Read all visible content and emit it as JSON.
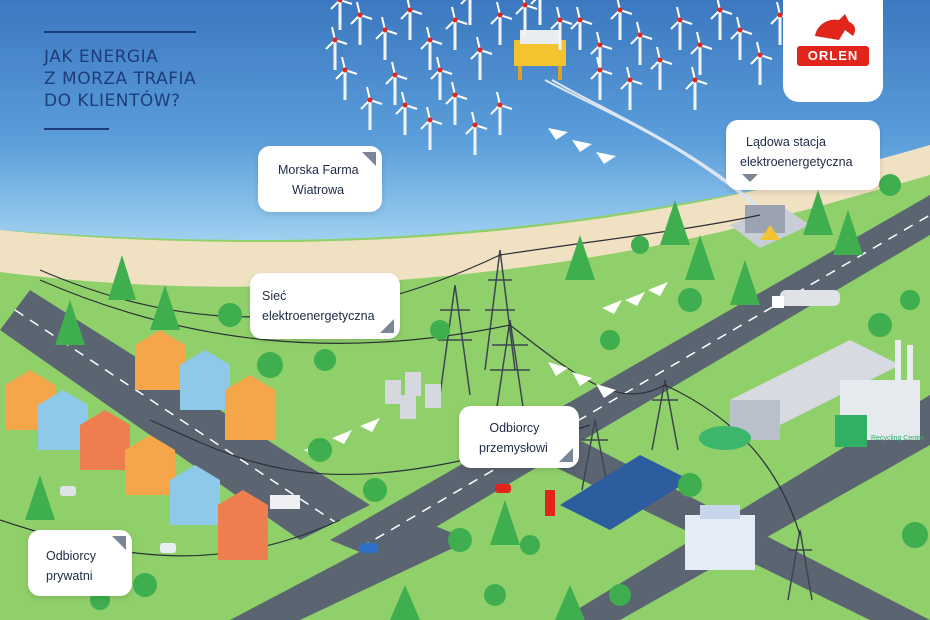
{
  "title_lines": [
    "JAK ENERGIA",
    "Z MORZA TRAFIA",
    "DO KLIENTÓW?"
  ],
  "logo": {
    "text": "ORLEN",
    "color": "#e1251b"
  },
  "labels": {
    "offshore_farm": [
      "Morska Farma",
      "Wiatrowa"
    ],
    "onshore_station": [
      "Lądowa stacja",
      "elektroenergetyczna"
    ],
    "grid": [
      "Sieć",
      "elektroenergetyczna"
    ],
    "industrial": [
      "Odbiorcy",
      "przemysłowi"
    ],
    "private": [
      "Odbiorcy",
      "prywatni"
    ]
  },
  "recycling_sign": "Recycling Centre",
  "colors": {
    "sea": "#4e93d2",
    "sea_light": "#8ec2ea",
    "sand": "#f1e1c3",
    "grass": "#8fd06a",
    "road": "#5b6571",
    "title": "#1f3c7a",
    "accent": "#e1251b"
  }
}
